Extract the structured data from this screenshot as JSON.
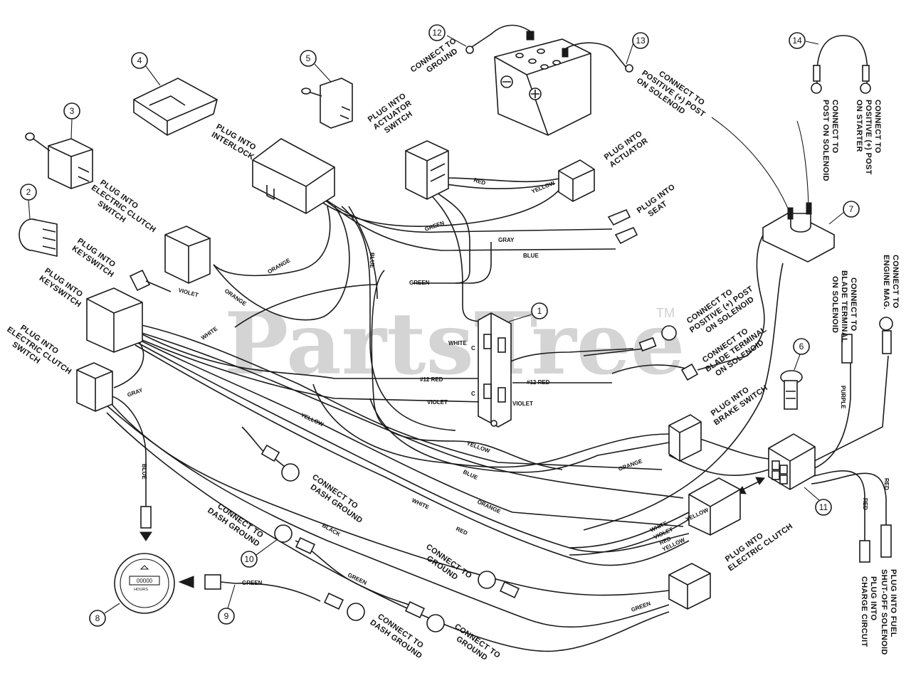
{
  "watermark": {
    "text": "PartsTree",
    "tm": "TM"
  },
  "callouts": [
    "1",
    "2",
    "3",
    "4",
    "5",
    "6",
    "7",
    "8",
    "9",
    "10",
    "11",
    "12",
    "13",
    "14"
  ],
  "labels": {
    "connect_ground_top": [
      "CONNECT TO",
      "GROUND"
    ],
    "positive_post_solenoid_top": [
      "CONNECT TO",
      "POSITIVE (+) POST",
      "ON SOLENOID"
    ],
    "post_on_solenoid": [
      "CONNECT TO",
      "POST ON SOLENOID"
    ],
    "positive_post_starter": [
      "CONNECT TO",
      "POSITIVE (+) POST",
      "ON STARTER"
    ],
    "plug_interlock": [
      "PLUG INTO",
      "INTERLOCK"
    ],
    "plug_actuator_switch": [
      "PLUG INTO",
      "ACTUATOR",
      "SWITCH"
    ],
    "plug_actuator": [
      "PLUG INTO",
      "ACTUATOR"
    ],
    "plug_seat": [
      "PLUG INTO",
      "SEAT"
    ],
    "plug_clutch_switch_top": [
      "PLUG INTO",
      "ELECTRIC CLUTCH",
      "SWITCH"
    ],
    "plug_keyswitch_a": [
      "PLUG INTO",
      "KEYSWITCH"
    ],
    "plug_keyswitch_b": [
      "PLUG INTO",
      "KEYSWITCH"
    ],
    "plug_clutch_switch_left": [
      "PLUG INTO",
      "ELECTRIC CLUTCH",
      "SWITCH"
    ],
    "positive_post_solenoid_mid": [
      "CONNECT TO",
      "POSITIVE (+) POST",
      "ON SOLENOID"
    ],
    "blade_terminal_mid": [
      "CONNECT TO",
      "BLADE TERMINAL",
      "ON SOLENOID"
    ],
    "blade_terminal_right": [
      "CONNECT TO",
      "BLADE TERMINAL",
      "ON SOLENOID"
    ],
    "engine_mag": [
      "CONNECT TO",
      "ENGINE MAG."
    ],
    "plug_brake_switch": [
      "PLUG INTO",
      "BRAKE SWITCH"
    ],
    "dash_ground_a": [
      "CONNECT TO",
      "DASH GROUND"
    ],
    "dash_ground_b": [
      "CONNECT TO",
      "DASH GROUND"
    ],
    "dash_ground_c": [
      "CONNECT TO",
      "DASH GROUND"
    ],
    "connect_ground_mid": [
      "CONNECT TO",
      "GROUND"
    ],
    "connect_ground_bottom": [
      "CONNECT TO",
      "GROUND"
    ],
    "plug_electric_clutch": [
      "PLUG INTO",
      "ELECTRIC CLUTCH"
    ],
    "plug_fuel_solenoid": [
      "PLUG INTO FUEL",
      "SHUT-OFF SOLENOID"
    ],
    "plug_charge_circuit": [
      "PLUG INTO",
      "CHARGE CIRCUIT"
    ]
  },
  "wire_labels": {
    "red_top": "RED",
    "yellow_top": "YELLOW",
    "green_top": "GREEN",
    "gray": "GRAY",
    "blue_mid": "BLUE",
    "green_mid": "GREEN",
    "orange_left": "ORANGE",
    "blue_vert": "BLUE",
    "violet_left": "VIOLET",
    "orange_small": "ORANGE",
    "white_left": "WHITE",
    "white_block": "WHITE",
    "red12_left": "#12 RED",
    "red12_right": "#12 RED",
    "violet_block_left": "VIOLET",
    "violet_block_right": "VIOLET",
    "yellow_mid": "YELLOW",
    "yellow_low": "YELLOW",
    "blue_low": "BLUE",
    "orange_low": "ORANGE",
    "orange_right": "ORANGE",
    "white_low": "WHITE",
    "red_low": "RED",
    "gray_left": "GRAY",
    "blue_left": "BLUE",
    "black": "BLACK",
    "green_bottom_a": "GREEN",
    "green_bottom_b": "GREEN",
    "green_bottom_c": "GREEN",
    "white_plug": "WHITE",
    "violet_plug": "VIOLET",
    "red_plug": "RED",
    "yellow_plug": "YELLOW",
    "yellow_small": "YELLOW",
    "purple_right": "PURPLE",
    "red_right_a": "RED",
    "red_right_b": "RED",
    "c_top": "C",
    "c_bottom": "C"
  },
  "hour_meter": {
    "digits": "00000",
    "unit": "HOURS"
  }
}
